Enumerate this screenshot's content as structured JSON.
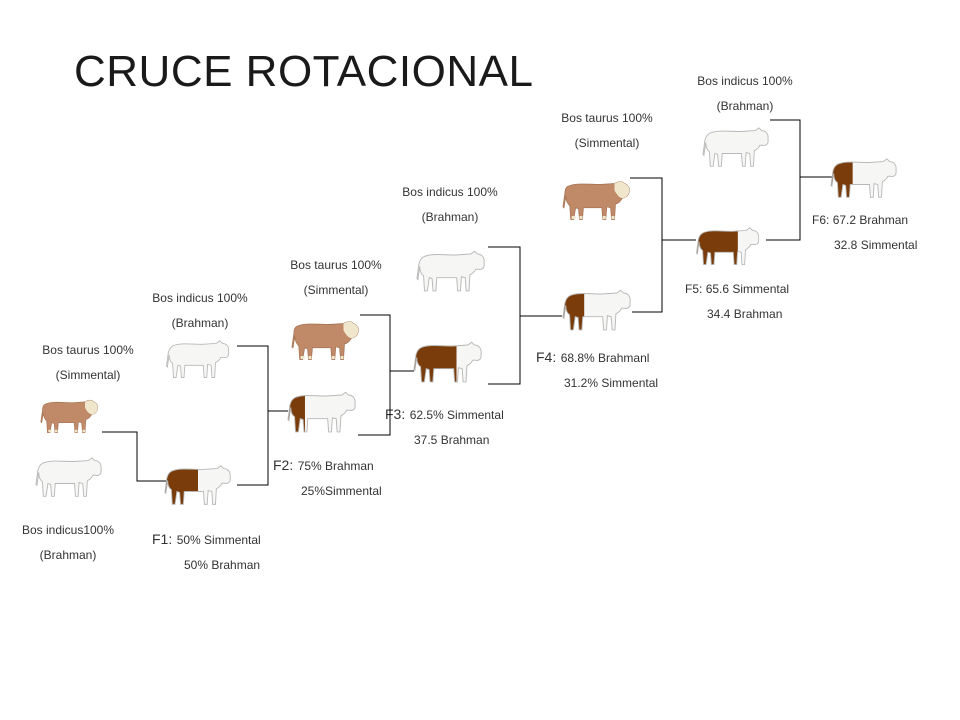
{
  "title": "CRUCE ROTACIONAL",
  "parents": [
    {
      "line1": "Bos taurus 100%",
      "line2": "(Simmental)"
    },
    {
      "line1": "Bos indicus100%",
      "line2": "(Brahman)"
    },
    {
      "line1": "Bos indicus 100%",
      "line2": "(Brahman)"
    },
    {
      "line1": "Bos taurus 100%",
      "line2": "(Simmental)"
    },
    {
      "line1": "Bos indicus 100%",
      "line2": "(Brahman)"
    },
    {
      "line1": "Bos taurus 100%",
      "line2": "(Simmental)"
    },
    {
      "line1": "Bos indicus 100%",
      "line2": "(Brahman)"
    }
  ],
  "generations": [
    {
      "code": "F1:",
      "line1": "50% Simmental",
      "line2": "50% Brahman",
      "brown_fraction": 0.5
    },
    {
      "code": "F2:",
      "line1": "75% Brahman",
      "line2": "25%Simmental",
      "brown_fraction": 0.25
    },
    {
      "code": "F3:",
      "line1": "62.5% Simmental",
      "line2": "37.5 Brahman",
      "brown_fraction": 0.625
    },
    {
      "code": "F4:",
      "line1": "68.8% Brahmanl",
      "line2": "31.2% Simmental",
      "brown_fraction": 0.312
    },
    {
      "code": "F5:",
      "line1": "65.6 Simmental",
      "line2": "34.4 Brahman",
      "brown_fraction": 0.656
    },
    {
      "code": "F6:",
      "line1": "67.2 Brahman",
      "line2": "32.8 Simmental",
      "brown_fraction": 0.328
    }
  ],
  "colors": {
    "simmental_coat": "#c08a68",
    "simmental_head": "#f0e6cc",
    "brahman_coat": "#f6f6f4",
    "outline": "#b8b8b8",
    "cross_brown": "#7a3c0a",
    "connector": "#000000"
  },
  "icons": {
    "simmental": "simmental-bull-icon",
    "brahman": "brahman-cow-icon",
    "crossbred": "crossbred-cow-icon"
  }
}
